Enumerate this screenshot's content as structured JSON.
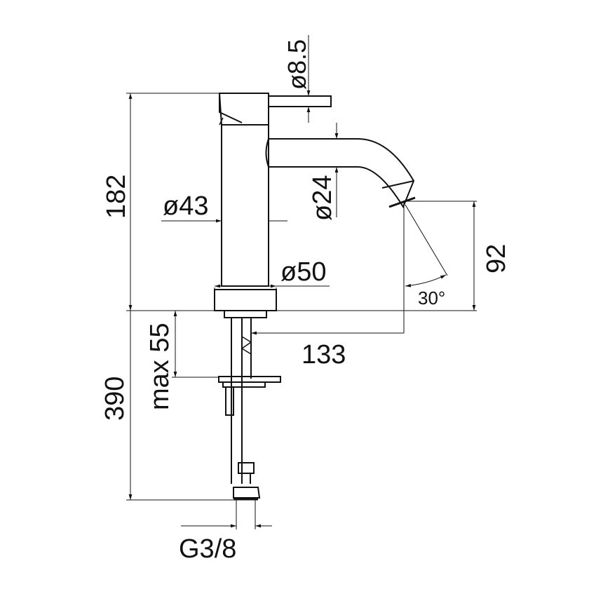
{
  "drawing": {
    "subject": "single-lever basin mixer faucet, side elevation",
    "units": "mm",
    "stroke_color": "#111111",
    "background": "#ffffff"
  },
  "dimensions": {
    "lever_diameter": "ø8.5",
    "total_height": "182",
    "body_diameter": "ø43",
    "spout_diameter": "ø24",
    "spout_height": "92",
    "spout_angle": "30°",
    "base_diameter": "ø50",
    "spout_reach": "133",
    "deck_thickness": "max 55",
    "hose_length": "390",
    "connection_thread": "G3/8"
  }
}
